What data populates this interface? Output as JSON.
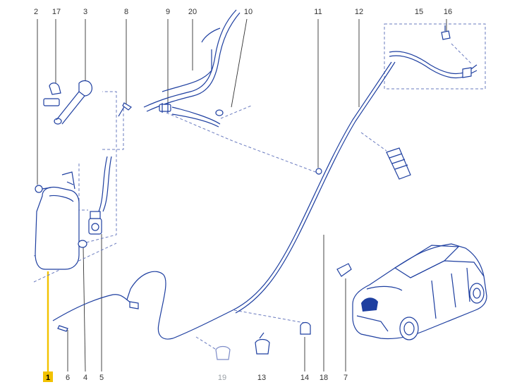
{
  "diagram": {
    "highlight_color": "#f2c200",
    "line_color": "#1e3fa0",
    "callouts": [
      {
        "id": "c2",
        "label": "2",
        "selected": false,
        "muted": false
      },
      {
        "id": "c17",
        "label": "17",
        "selected": false,
        "muted": false
      },
      {
        "id": "c3",
        "label": "3",
        "selected": false,
        "muted": false
      },
      {
        "id": "c8",
        "label": "8",
        "selected": false,
        "muted": false
      },
      {
        "id": "c9",
        "label": "9",
        "selected": false,
        "muted": false
      },
      {
        "id": "c20",
        "label": "20",
        "selected": false,
        "muted": false
      },
      {
        "id": "c10",
        "label": "10",
        "selected": false,
        "muted": false
      },
      {
        "id": "c11",
        "label": "11",
        "selected": false,
        "muted": false
      },
      {
        "id": "c12",
        "label": "12",
        "selected": false,
        "muted": false
      },
      {
        "id": "c15",
        "label": "15",
        "selected": false,
        "muted": false
      },
      {
        "id": "c16",
        "label": "16",
        "selected": false,
        "muted": false
      },
      {
        "id": "c1",
        "label": "1",
        "selected": true,
        "muted": false
      },
      {
        "id": "c6",
        "label": "6",
        "selected": false,
        "muted": false
      },
      {
        "id": "c4",
        "label": "4",
        "selected": false,
        "muted": false
      },
      {
        "id": "c5",
        "label": "5",
        "selected": false,
        "muted": false
      },
      {
        "id": "c19",
        "label": "19",
        "selected": false,
        "muted": true
      },
      {
        "id": "c13",
        "label": "13",
        "selected": false,
        "muted": false
      },
      {
        "id": "c14",
        "label": "14",
        "selected": false,
        "muted": false
      },
      {
        "id": "c18",
        "label": "18",
        "selected": false,
        "muted": false
      },
      {
        "id": "c7",
        "label": "7",
        "selected": false,
        "muted": false
      }
    ]
  }
}
